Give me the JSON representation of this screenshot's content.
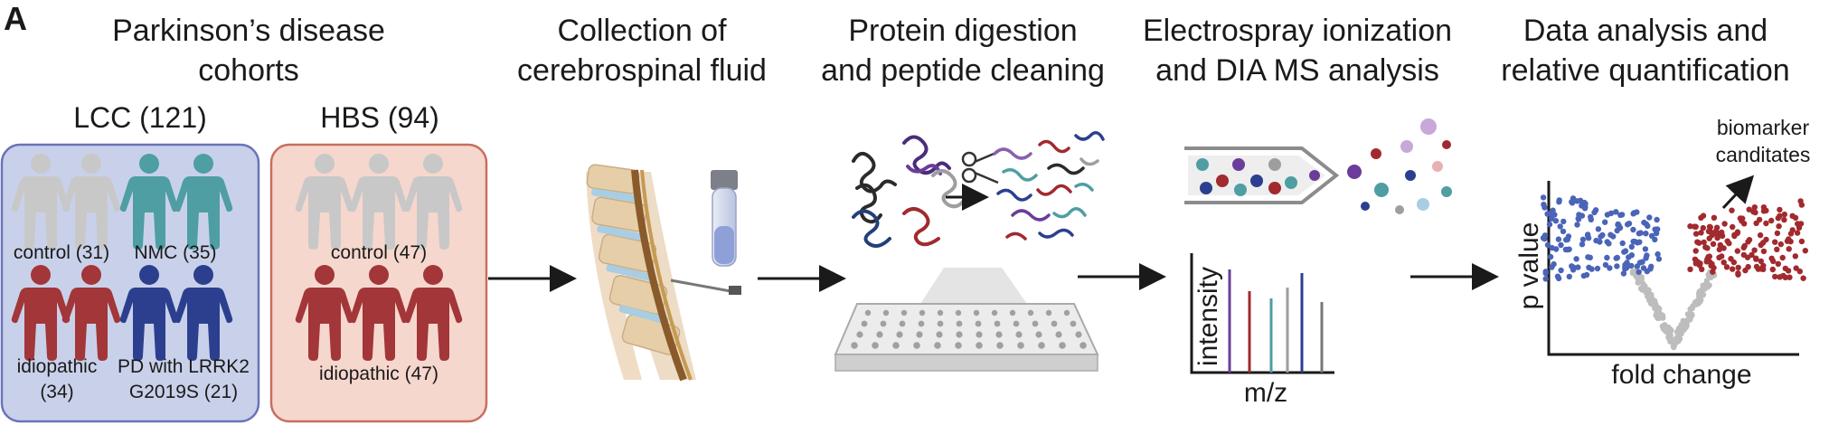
{
  "panel_label": "A",
  "steps": [
    {
      "title_line1": "Parkinson’s disease",
      "title_line2": "cohorts"
    },
    {
      "title_line1": "Collection of",
      "title_line2": "cerebrospinal fluid"
    },
    {
      "title_line1": "Protein digestion",
      "title_line2": "and peptide cleaning"
    },
    {
      "title_line1": "Electrospray ionization",
      "title_line2": "and DIA MS analysis"
    },
    {
      "title_line1": "Data analysis and",
      "title_line2": "relative quantification"
    }
  ],
  "cohorts": {
    "lcc": {
      "title": "LCC (121)",
      "groups": [
        {
          "label": "control (31)"
        },
        {
          "label": "NMC (35)"
        },
        {
          "label_line1": "idiopathic",
          "label_line2": "(34)"
        },
        {
          "label_line1": "PD with LRRK2",
          "label_line2": "G2019S (21)"
        }
      ]
    },
    "hbs": {
      "title": "HBS (94)",
      "groups": [
        {
          "label": "control (47)"
        },
        {
          "label": "idiopathic (47)"
        }
      ]
    }
  },
  "spectrum": {
    "ylabel": "intensity",
    "xlabel": "m/z"
  },
  "volcano": {
    "ylabel": "p value",
    "xlabel": "fold change",
    "annotation_line1": "biomarker",
    "annotation_line2": "canditates"
  },
  "colors": {
    "lcc_bg": "#c9d1ea",
    "lcc_border": "#6b74b8",
    "hbs_bg": "#f6d7cd",
    "hbs_border": "#c86f5f",
    "control_gray": "#c8c8c8",
    "nmc_teal": "#4e9ea3",
    "idiopathic_red": "#a23639",
    "lrrk2_blue": "#2c3f8f",
    "volcano_blue": "#4a64b8",
    "volcano_red": "#a12a2f",
    "volcano_gray": "#bdbdbd"
  }
}
